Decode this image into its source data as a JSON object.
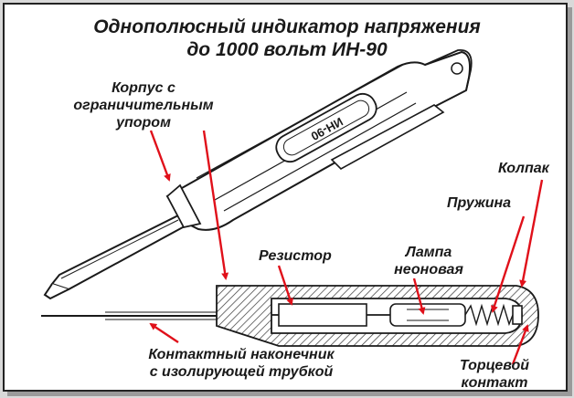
{
  "title": {
    "line1": "Однополюсный индикатор напряжения",
    "line2": "до 1000 вольт ИН-90"
  },
  "labels": {
    "korpus": [
      "Корпус с",
      "ограничительным",
      "упором"
    ],
    "kolpak": "Колпак",
    "pruzhina": "Пружина",
    "rezistor": "Резистор",
    "lampa": [
      "Лампа",
      "неоновая"
    ],
    "nakonechnik": [
      "Контактный наконечник",
      "с изолирующей трубкой"
    ],
    "kontakt": [
      "Торцевой",
      "контакт"
    ]
  },
  "device_marking": "ИН-90",
  "colors": {
    "arrow": "#e0101a",
    "ink": "#1a1a1a",
    "background": "#ffffff"
  }
}
